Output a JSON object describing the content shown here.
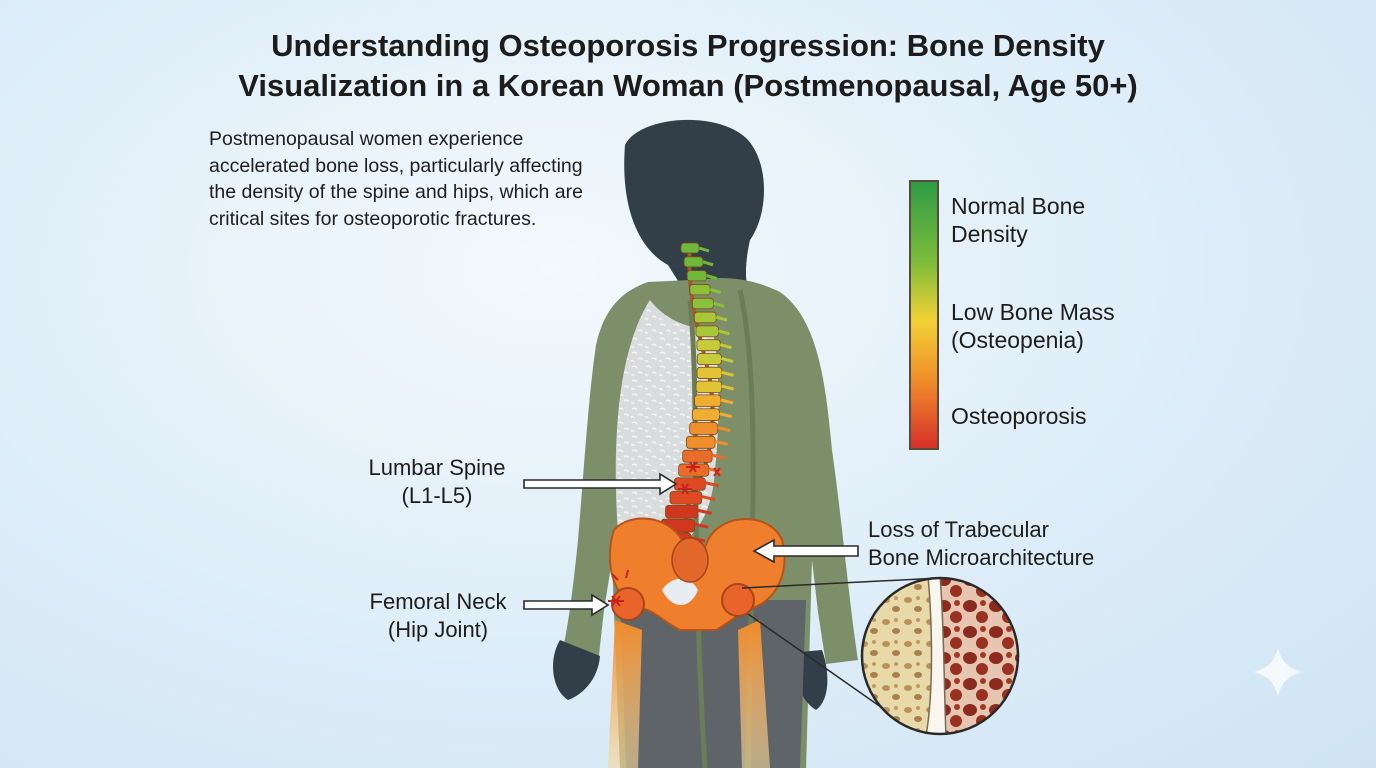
{
  "title": {
    "line1": "Understanding Osteoporosis Progression: Bone Density",
    "line2": "Visualization in a Korean Woman (Postmenopausal, Age 50+)"
  },
  "intro": "Postmenopausal women experience accelerated bone loss, particularly affecting the density of the spine and hips, which are critical sites for osteoporotic fractures.",
  "scale": {
    "colors": [
      "#2e9c45",
      "#f3d236",
      "#d8302a"
    ],
    "levels": [
      {
        "line1": "Normal Bone",
        "line2": "Density"
      },
      {
        "line1": "Low Bone Mass",
        "line2": "(Osteopenia)"
      },
      {
        "line1": "Osteoporosis",
        "line2": ""
      }
    ]
  },
  "callouts": {
    "lumbar": {
      "line1": "Lumbar Spine",
      "line2": "(L1-L5)"
    },
    "femoral": {
      "line1": "Femoral Neck",
      "line2": "(Hip Joint)"
    },
    "trabecular": {
      "line1": "Loss of Trabecular",
      "line2": "Bone Microarchitecture"
    }
  },
  "icons": [
    "woman-silhouette",
    "spine-illustration",
    "pelvis-illustration",
    "fracture-mark-icon",
    "bone-magnifier",
    "sparkle-icon"
  ]
}
